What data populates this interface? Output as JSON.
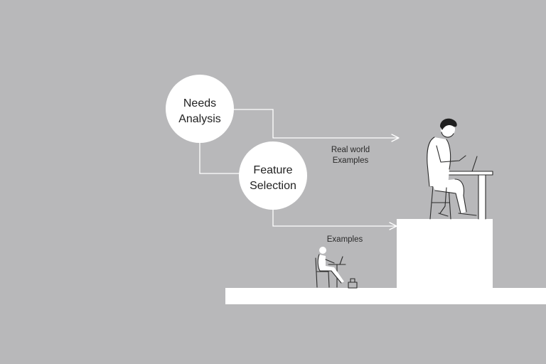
{
  "nodes": {
    "needs_analysis": {
      "line1": "Needs",
      "line2": "Analysis"
    },
    "feature_selection": {
      "line1": "Feature",
      "line2": "Selection"
    }
  },
  "labels": {
    "real_world_line1": "Real world",
    "real_world_line2": "Examples",
    "examples": "Examples"
  },
  "colors": {
    "background": "#b8b8ba",
    "shapes": "#ffffff",
    "text": "#222222"
  }
}
